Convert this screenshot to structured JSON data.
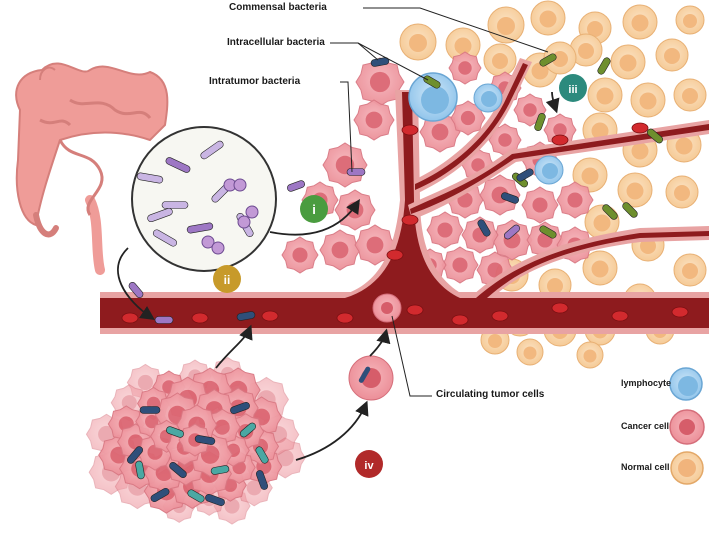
{
  "labels": {
    "commensal": "Commensal bacteria",
    "intracellular": "Intracellular bacteria",
    "intratumor": "Intratumor bacteria",
    "circulating": "Circulating tumor cells"
  },
  "routes": {
    "i": "i",
    "ii": "ii",
    "iii": "iii",
    "iv": "iv"
  },
  "legend": {
    "lymphocyte": "lymphocyte",
    "cancer": "Cancer cell",
    "normal": "Normal cell"
  },
  "colors": {
    "vessel": "#8c1c1c",
    "vessel_lumen": "#a01f22",
    "cancer_cell": "#ef9ba2",
    "cancer_nucleus": "#d9606c",
    "normal_cell": "#f7d3a9",
    "normal_nucleus": "#f1b47c",
    "lymphocyte": "#a9d3ef",
    "lymphocyte_nucleus": "#6fb1e0",
    "intestine": "#ee9d98",
    "badge_i": "#4a9c3f",
    "badge_ii": "#c79a2a",
    "badge_iii": "#2c8a7d",
    "badge_iv": "#b12a2a",
    "bacteria_dark": "#2f4f7a",
    "bacteria_green": "#6e8f2e",
    "bacteria_purple": "#9d77c4",
    "bacteria_teal": "#3a9c9a"
  },
  "icons": [
    "intestine-icon",
    "microbiome-circle-icon",
    "blood-vessel-icon",
    "tumor-mass-icon",
    "lymphocyte-icon",
    "cancer-cell-icon",
    "normal-cell-icon",
    "bacterium-icon"
  ]
}
